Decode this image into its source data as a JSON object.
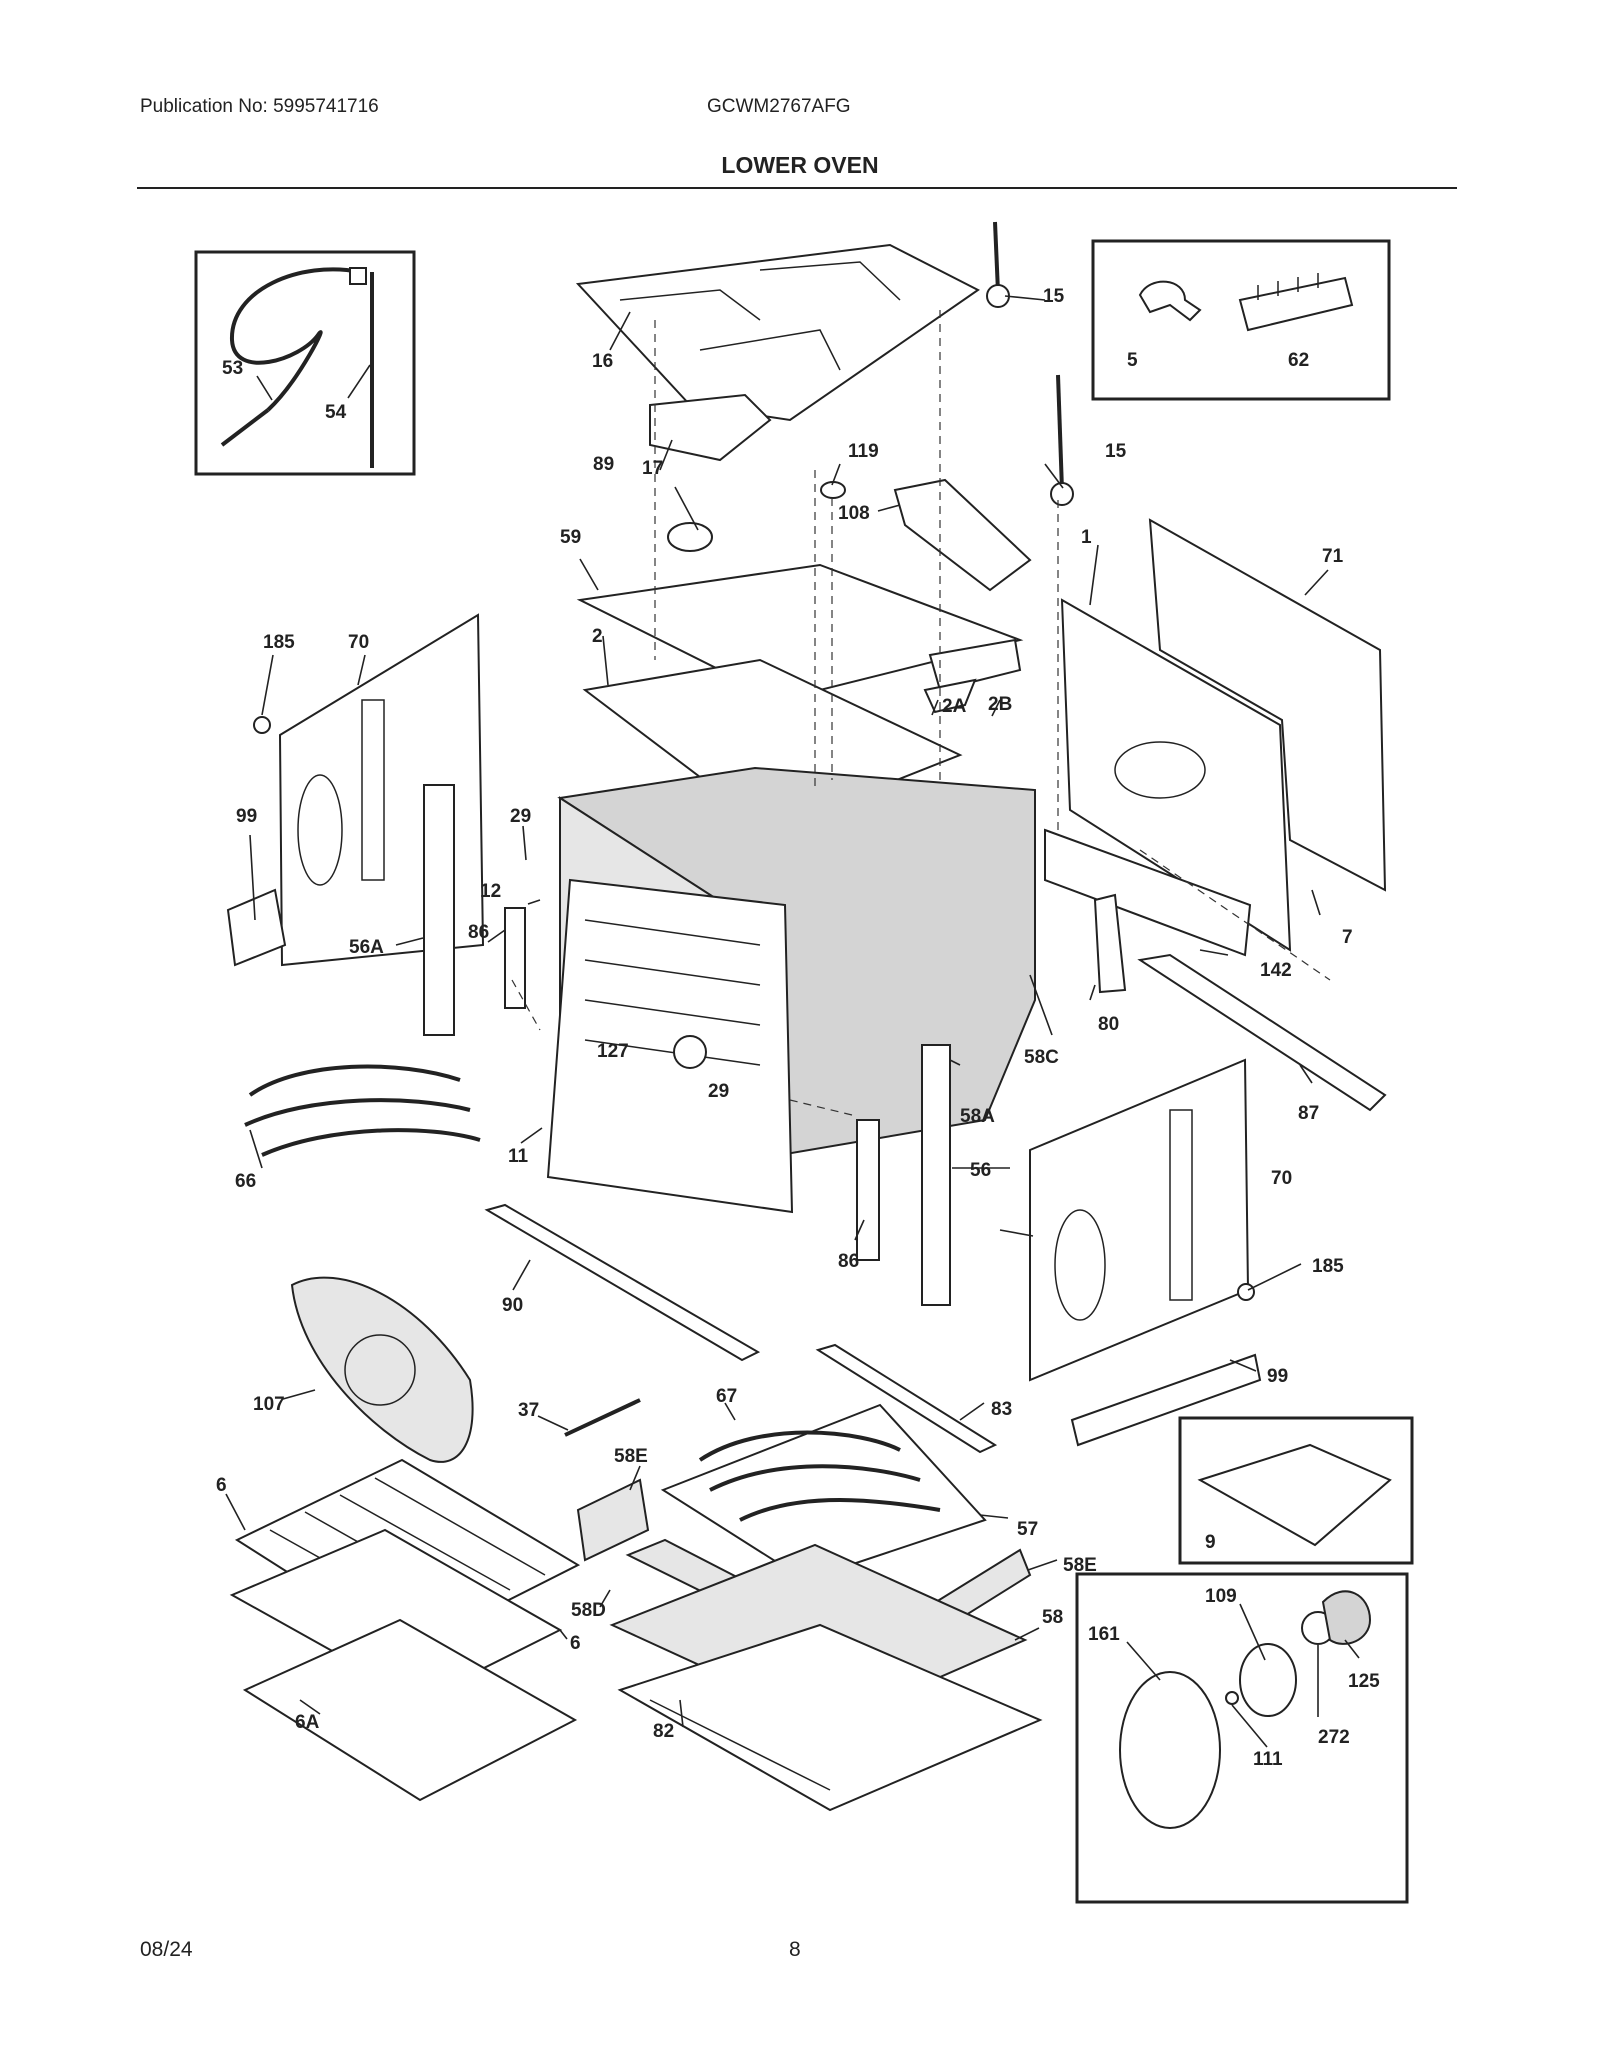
{
  "header": {
    "publication": "Publication No: 5995741716",
    "model": "GCWM2767AFG",
    "title": "LOWER OVEN"
  },
  "footer": {
    "date": "08/24",
    "page": "8"
  },
  "callouts": {
    "c53": "53",
    "c54": "54",
    "c16": "16",
    "c15a": "15",
    "c5": "5",
    "c62": "62",
    "c17": "17",
    "c89": "89",
    "c119": "119",
    "c15b": "15",
    "c108": "108",
    "c59": "59",
    "c1": "1",
    "c71": "71",
    "c185a": "185",
    "c70a": "70",
    "c2": "2",
    "c2A": "2A",
    "c2B": "2B",
    "c99a": "99",
    "c29a": "29",
    "c12": "12",
    "c86a": "86",
    "c56A": "56A",
    "c127": "127",
    "c29b": "29",
    "c7": "7",
    "c142": "142",
    "c80": "80",
    "c58C": "58C",
    "c87": "87",
    "c58A": "58A",
    "c66": "66",
    "c11": "11",
    "c56": "56",
    "c70b": "70",
    "c86b": "86",
    "c185b": "185",
    "c90": "90",
    "c99b": "99",
    "c107": "107",
    "c37": "37",
    "c67": "67",
    "c83": "83",
    "c58E_a": "58E",
    "c6a": "6",
    "c9": "9",
    "c57": "57",
    "c58E_b": "58E",
    "c58D": "58D",
    "c6b": "6",
    "c109": "109",
    "c58": "58",
    "c161": "161",
    "c125": "125",
    "c6A": "6A",
    "c82": "82",
    "c111": "111",
    "c272": "272"
  }
}
